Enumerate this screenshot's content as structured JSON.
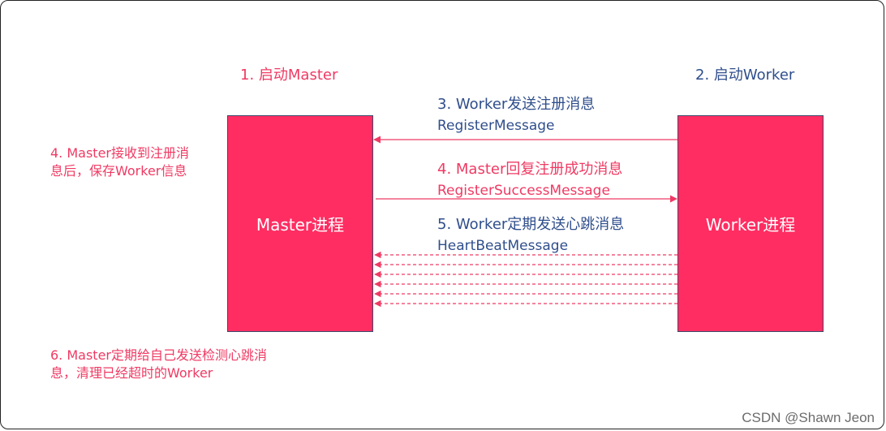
{
  "steps": {
    "start_master": "1. 启动Master",
    "start_worker": "2. 启动Worker",
    "register_line1": "3. Worker发送注册消息",
    "register_line2": "RegisterMessage",
    "reply_line1": "4. Master回复注册成功消息",
    "reply_line2": "RegisterSuccessMessage",
    "heartbeat_line1": "5. Worker定期发送心跳消息",
    "heartbeat_line2": "HeartBeatMessage"
  },
  "notes": {
    "master_receive_line1": "4. Master接收到注册消",
    "master_receive_line2": "息后，保存Worker信息",
    "master_check_line1": "6. Master定期给自己发送检测心跳消",
    "master_check_line2": "息，清理已经超时的Worker"
  },
  "processes": {
    "master": "Master进程",
    "worker": "Worker进程"
  },
  "watermark": "CSDN @Shawn Jeon",
  "colors": {
    "process_fill": "#ff2d62",
    "arrow": "#ef3a63",
    "red_text": "#ef3a63",
    "blue_text": "#2f4e8c"
  }
}
